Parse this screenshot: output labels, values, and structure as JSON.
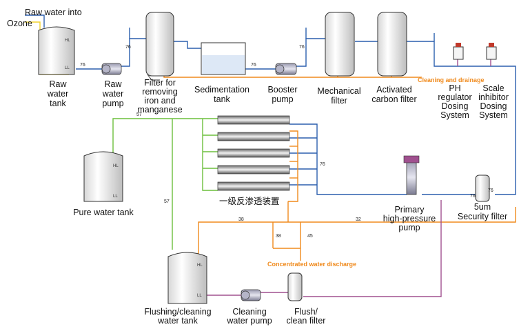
{
  "labels": {
    "raw_water_into": "Raw water into",
    "ozone": "Ozone",
    "raw_water_tank": [
      "Raw",
      "water",
      "tank"
    ],
    "raw_water_pump": [
      "Raw",
      "water",
      "pump"
    ],
    "filter_iron": [
      "Filter for",
      "removing",
      "iron and",
      "manganese"
    ],
    "sedimentation_tank": [
      "Sedimentation",
      "tank"
    ],
    "booster_pump": [
      "Booster",
      "pump"
    ],
    "mechanical_filter": [
      "Mechanical",
      "filter"
    ],
    "activated_carbon_filter": [
      "Activated",
      "carbon filter"
    ],
    "cleaning_drainage": "Cleaning and drainage",
    "ph_regulator": [
      "PH",
      "regulator",
      "Dosing",
      "System"
    ],
    "scale_inhibitor": [
      "Scale",
      "inhibitor",
      "Dosing",
      "System"
    ],
    "ro_device": "一级反渗透装置",
    "pure_water_tank": "Pure water tank",
    "primary_pump": [
      "Primary",
      "high-pressure",
      "pump"
    ],
    "security_filter": [
      "5um",
      "Security filter"
    ],
    "concentrated_discharge": "Concentrated water discharge",
    "flushing_tank": [
      "Flushing/cleaning",
      "water tank"
    ],
    "cleaning_pump": [
      "Cleaning",
      "water pump"
    ],
    "flush_filter": [
      "Flush/",
      "clean filter"
    ]
  },
  "pipe_numbers": {
    "n76": "76",
    "n57": "57",
    "n38": "38",
    "n45": "45",
    "n32": "32"
  },
  "tank_marks": {
    "hl": "HL",
    "ll": "LL"
  },
  "colors": {
    "blue": "#2b5fad",
    "orange": "#f08a1c",
    "green": "#6cbf3c",
    "purple": "#a0508f",
    "yellow": "#f2d22c",
    "outline": "#333333"
  }
}
